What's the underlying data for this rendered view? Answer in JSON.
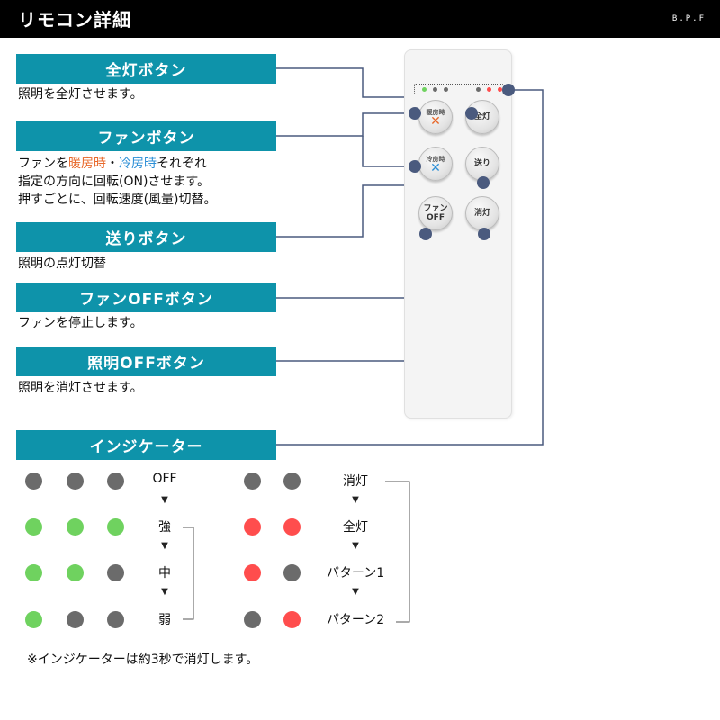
{
  "header": {
    "title": "リモコン詳細",
    "brand": "B.P.F"
  },
  "sections": {
    "all_on": {
      "label": "全灯ボタン",
      "desc": "照明を全灯させます。"
    },
    "fan": {
      "label": "ファンボタン",
      "desc_line1_a": "ファンを",
      "desc_line1_warm": "暖房時",
      "desc_line1_sep": "・",
      "desc_line1_cool": "冷房時",
      "desc_line1_b": "それぞれ",
      "desc_line2": "指定の方向に回転(ON)させます。",
      "desc_line3": "押すごとに、回転速度(風量)切替。"
    },
    "send": {
      "label": "送りボタン",
      "desc": "照明の点灯切替"
    },
    "fan_off": {
      "label": "ファンOFFボタン",
      "desc": "ファンを停止します。"
    },
    "light_off": {
      "label": "照明OFFボタン",
      "desc": "照明を消灯させます。"
    },
    "indicator": {
      "label": "インジケーター"
    }
  },
  "remote": {
    "buttons": {
      "warm": "暖房時",
      "all_on": "全灯",
      "cool": "冷房時",
      "send": "送り",
      "fan_off_line1": "ファン",
      "fan_off_line2": "OFF",
      "light_off": "消灯"
    },
    "indicator_colors": [
      "#6fd25f",
      "#6b6b6b",
      "#6b6b6b",
      "#6b6b6b",
      "#ff4d4d",
      "#ff4d4d"
    ]
  },
  "indicator_table": {
    "left": {
      "rows": [
        {
          "dots": [
            "gray",
            "gray",
            "gray"
          ],
          "label": "OFF"
        },
        {
          "dots": [
            "green",
            "green",
            "green"
          ],
          "label": "強"
        },
        {
          "dots": [
            "green",
            "green",
            "gray"
          ],
          "label": "中"
        },
        {
          "dots": [
            "green",
            "gray",
            "gray"
          ],
          "label": "弱"
        }
      ]
    },
    "right": {
      "rows": [
        {
          "dots": [
            "gray",
            "gray"
          ],
          "label": "消灯"
        },
        {
          "dots": [
            "red",
            "red"
          ],
          "label": "全灯"
        },
        {
          "dots": [
            "red",
            "gray"
          ],
          "label": "パターン1"
        },
        {
          "dots": [
            "gray",
            "red"
          ],
          "label": "パターン2"
        }
      ]
    },
    "arrow": "▼"
  },
  "note": "※インジケーターは約3秒で消灯します。",
  "colors": {
    "accent": "#0e93aa",
    "line": "#4a5a7e",
    "green": "#6fd25f",
    "red": "#ff4d4d",
    "gray": "#6b6b6b"
  }
}
